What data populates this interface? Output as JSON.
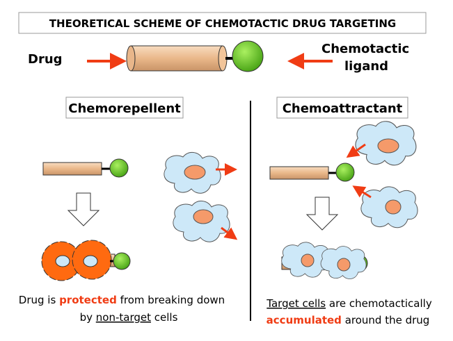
{
  "title": "THEORETICAL SCHEME OF CHEMOTACTIC DRUG TARGETING",
  "labels": {
    "drug": "Drug",
    "ligand_line1": "Chemotactic",
    "ligand_line2": "ligand"
  },
  "left": {
    "heading": "Chemorepellent",
    "caption": {
      "a": "Drug is ",
      "b": "protected",
      "c": " from breaking down",
      "d": "by ",
      "e": "non-target",
      "f": " cells"
    }
  },
  "right": {
    "heading": "Chemoattractant",
    "caption": {
      "a": "Target cells",
      "b": " are chemotactically",
      "c": "accumulated",
      "d": " around the drug"
    }
  },
  "colors": {
    "drug": "#f2c59a",
    "ligand": "#66cc22",
    "cell": "#cde8f8",
    "nucleus": "#f59a6a",
    "protective_cell": "#ff6a10",
    "arrow": "#f03c14"
  }
}
